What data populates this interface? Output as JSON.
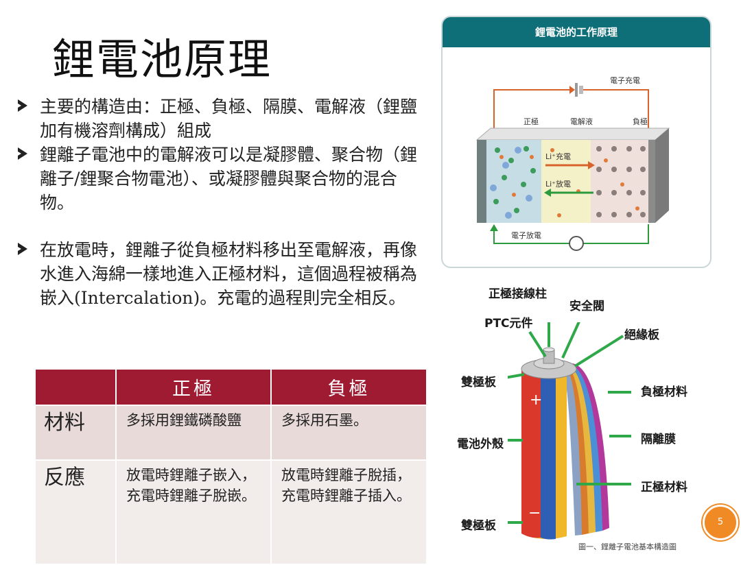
{
  "slide": {
    "title": "鋰電池原理",
    "bullets": [
      "主要的構造由：正極、負極、隔膜、電解液（鋰鹽加有機溶劑構成）組成",
      "鋰離子電池中的電解液可以是凝膠體、聚合物（鋰離子/鋰聚合物電池）、或凝膠體與聚合物的混合物。",
      "在放電時，鋰離子從負極材料移出至電解液，再像水進入海綿一樣地進入正極材料，這個過程被稱為嵌入(Intercalation)。充電的過程則完全相反。"
    ],
    "page_number": "5"
  },
  "table": {
    "headers": [
      "",
      "正極",
      "負極"
    ],
    "rows": [
      {
        "label": "材料",
        "positive": "多採用鋰鐵磷酸鹽",
        "negative": "多採用石墨。"
      },
      {
        "label": "反應",
        "positive": "放電時鋰離子嵌入，\n充電時鋰離子脫嵌。",
        "negative": "放電時鋰離子脫插，\n充電時鋰離子插入。"
      }
    ]
  },
  "diagram": {
    "title": "鋰電池的工作原理",
    "charge_label": "電子充電",
    "discharge_label": "電子放電",
    "cathode_label": "正極",
    "electrolyte_label": "電解液",
    "anode_label": "負極",
    "li_charge": "Li⁺充電",
    "li_discharge": "Li⁺放電",
    "colors": {
      "header": "#0f6f79",
      "arrow_charge": "#d9622b",
      "arrow_discharge": "#2e9a3e"
    }
  },
  "battery": {
    "labels": {
      "terminal": "正極接線柱",
      "safety_valve": "安全閥",
      "ptc": "PTC元件",
      "insulator": "絕緣板",
      "bipolar_top": "雙極板",
      "anode_material": "負極材料",
      "case": "電池外殼",
      "separator": "隔離膜",
      "cathode_material": "正極材料",
      "bipolar_bottom": "雙極板"
    },
    "caption": "圖一、鋰離子電池基本構造圖"
  },
  "colors": {
    "table_header": "#9e1b32",
    "row_1": "#e7dad8",
    "row_2": "#f2ecea",
    "accent": "#f08a24"
  }
}
